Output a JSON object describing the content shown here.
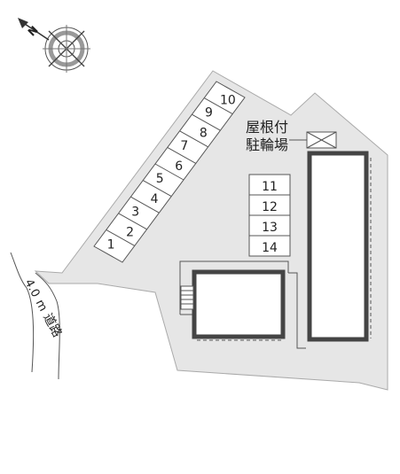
{
  "compass": {
    "north_label": "N",
    "icon": "compass-icon"
  },
  "parking": {
    "diagonal_spaces": [
      "1",
      "2",
      "3",
      "4",
      "5",
      "6",
      "7",
      "8",
      "9",
      "10"
    ],
    "straight_spaces": [
      "11",
      "12",
      "13",
      "14"
    ]
  },
  "bicycle_parking": {
    "line1": "屋根付",
    "line2": "駐輪場",
    "icon": "roof-cross-icon"
  },
  "road": {
    "width_value": "4.0",
    "width_unit": "m",
    "name": "道路"
  },
  "colors": {
    "site": "#e6e6e6",
    "building": "#444444",
    "line": "#555555",
    "background": "#ffffff"
  }
}
